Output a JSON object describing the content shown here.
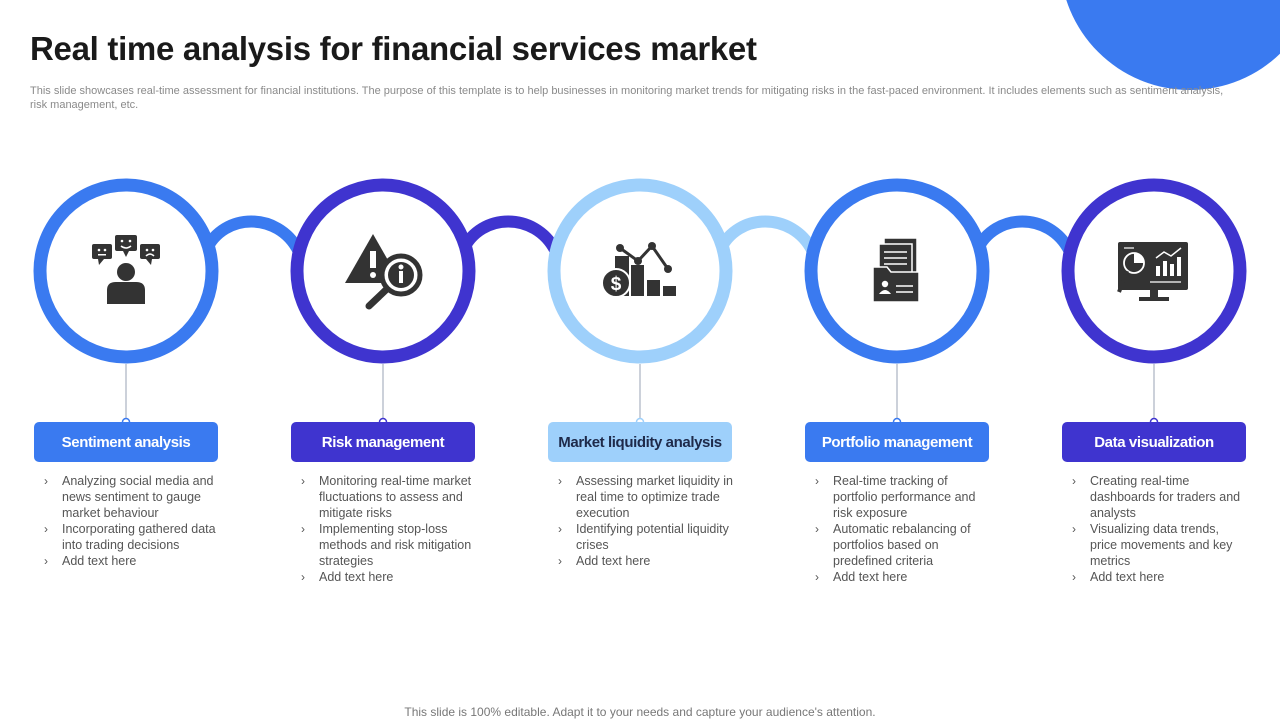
{
  "slide": {
    "title": "Real time analysis for financial services market",
    "description": "This slide showcases real-time assessment for financial institutions. The purpose of this template is to help businesses in monitoring market trends for mitigating risks in the fast-paced environment. It includes elements such as sentiment analysis, risk management, etc.",
    "footer": "This slide is 100% editable. Adapt it to your needs and capture your audience's attention."
  },
  "colors": {
    "blue": "#3a7af0",
    "indigo": "#3f34cf",
    "light_blue": "#9ed0fb",
    "icon": "#333333"
  },
  "steps": [
    {
      "label": "Sentiment analysis",
      "icon": "people-emoji-icon",
      "color": "blue",
      "bullets": [
        "Analyzing social media and news sentiment to gauge market behaviour",
        "Incorporating gathered data into trading decisions",
        "Add text here"
      ]
    },
    {
      "label": "Risk management",
      "icon": "warning-magnifier-icon",
      "color": "indigo",
      "bullets": [
        "Monitoring real-time market fluctuations to assess and mitigate risks",
        "Implementing stop-loss methods and risk mitigation strategies",
        "Add text here"
      ]
    },
    {
      "label": "Market liquidity analysis",
      "icon": "dollar-chart-icon",
      "color": "light_blue",
      "bullets": [
        "Assessing market liquidity in real time to optimize trade execution",
        "Identifying potential liquidity crises",
        "Add text here"
      ]
    },
    {
      "label": "Portfolio management",
      "icon": "portfolio-folder-icon",
      "color": "blue",
      "bullets": [
        "Real-time tracking of portfolio performance and risk exposure",
        "Automatic rebalancing of portfolios based on predefined criteria",
        "Add text here"
      ]
    },
    {
      "label": "Data visualization",
      "icon": "dashboard-monitor-icon",
      "color": "indigo",
      "bullets": [
        "Creating real-time dashboards for traders and analysts",
        "Visualizing data trends, price movements and key metrics",
        "Add text here"
      ]
    }
  ]
}
